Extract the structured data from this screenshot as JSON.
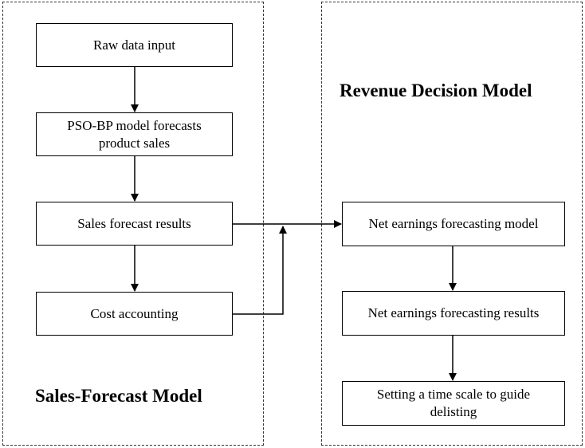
{
  "sales_forecast_model": {
    "title": "Sales-Forecast Model",
    "steps": [
      "Raw data input",
      "PSO-BP model forecasts product sales",
      "Sales forecast results",
      "Cost accounting"
    ]
  },
  "revenue_decision_model": {
    "title": "Revenue Decision Model",
    "steps": [
      "Net earnings forecasting model",
      "Net earnings forecasting results",
      "Setting a time scale to guide delisting"
    ]
  }
}
